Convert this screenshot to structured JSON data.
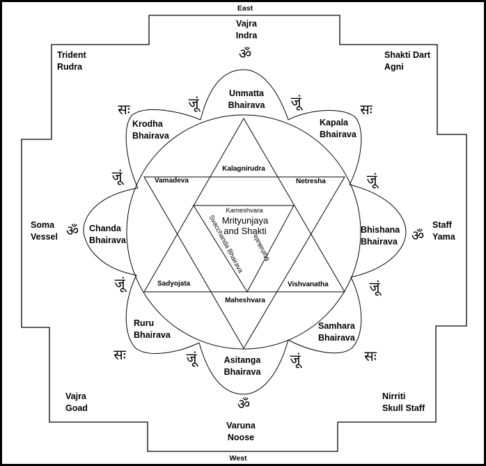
{
  "directions": {
    "east": "East",
    "west": "West"
  },
  "guardians": {
    "east": [
      "Vajra",
      "Indra"
    ],
    "west": [
      "Varuna",
      "Noose"
    ],
    "north_east_corner": [
      "Shakti Dart",
      "Agni"
    ],
    "north_west_corner": [
      "Trident",
      "Rudra"
    ],
    "south_east_corner": [
      "Nirriti",
      "Skull Staff"
    ],
    "south_west_corner": [
      "Vajra",
      "Goad"
    ],
    "left": [
      "Soma",
      "Vessel"
    ],
    "right": [
      "Staff",
      "Yama"
    ]
  },
  "bhairavas": {
    "top": [
      "Unmatta",
      "Bhairava"
    ],
    "top_left": [
      "Krodha",
      "Bhairava"
    ],
    "top_right": [
      "Kapala",
      "Bhairava"
    ],
    "left": [
      "Chanda",
      "Bhairava"
    ],
    "right": [
      "Bhishana",
      "Bhairava"
    ],
    "bottom_left": [
      "Ruru",
      "Bhairava"
    ],
    "bottom_right": [
      "Samhara",
      "Bhairava"
    ],
    "bottom": [
      "Asitanga",
      "Bhairava"
    ]
  },
  "hexagram": {
    "top": "Kalagnirudra",
    "upper_left": "Vamadeva",
    "upper_right": "Netresha",
    "lower_left": "Sadyojata",
    "lower_right": "Vishvanatha",
    "bottom": "Maheshvara"
  },
  "inner_triangle": {
    "top": "Kameshvara",
    "left_side": "Svacchanda Bhairava",
    "right_side": "Mahakala",
    "center": [
      "Mrityunjaya",
      "and Shakti"
    ]
  },
  "mantras": {
    "om": "ॐ",
    "jum": "जूं",
    "sah": "सः"
  }
}
